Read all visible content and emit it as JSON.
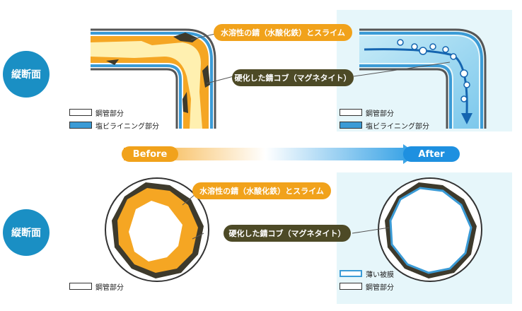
{
  "section_labels": {
    "top": "縦断面",
    "bottom": "縦断面"
  },
  "callouts": {
    "rust_slime": "水溶性の錆（水酸化鉄）とスライム",
    "magnetite": "硬化した錆コブ（マグネタイト）"
  },
  "legend": {
    "steel_pipe": "鋼管部分",
    "pvc_lining": "塩ビライニング部分",
    "thin_film": "薄い被膜"
  },
  "transition": {
    "before": "Before",
    "after": "After"
  },
  "colors": {
    "rust": "#f5a623",
    "slime_light": "#fff0b0",
    "magnetite": "#3e3a2c",
    "lining_blue": "#3b9bd6",
    "water_blue": "#cfeef8",
    "section_circle": "#1a8fc4"
  }
}
